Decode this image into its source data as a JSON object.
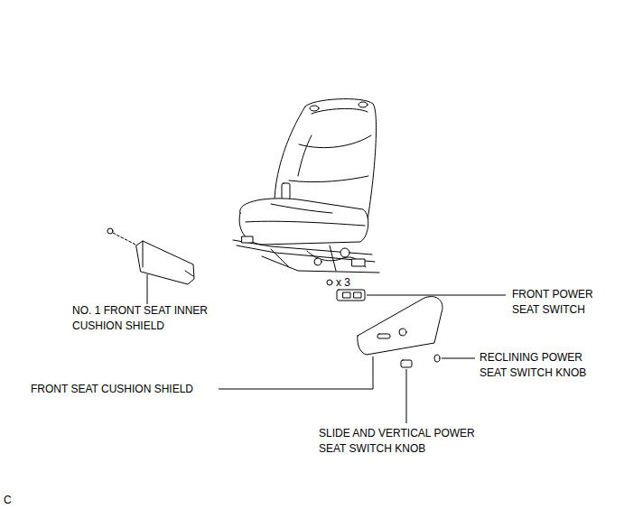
{
  "diagram": {
    "labels": [
      "NO. 1 FRONT SEAT INNER CUSHION SHIELD",
      "x 3",
      "FRONT POWER SEAT SWITCH",
      "RECLINING POWER SEAT SWITCH KNOB",
      "FRONT SEAT CUSHION SHIELD",
      "SLIDE AND VERTICAL POWER SEAT SWITCH KNOB",
      "C"
    ]
  }
}
